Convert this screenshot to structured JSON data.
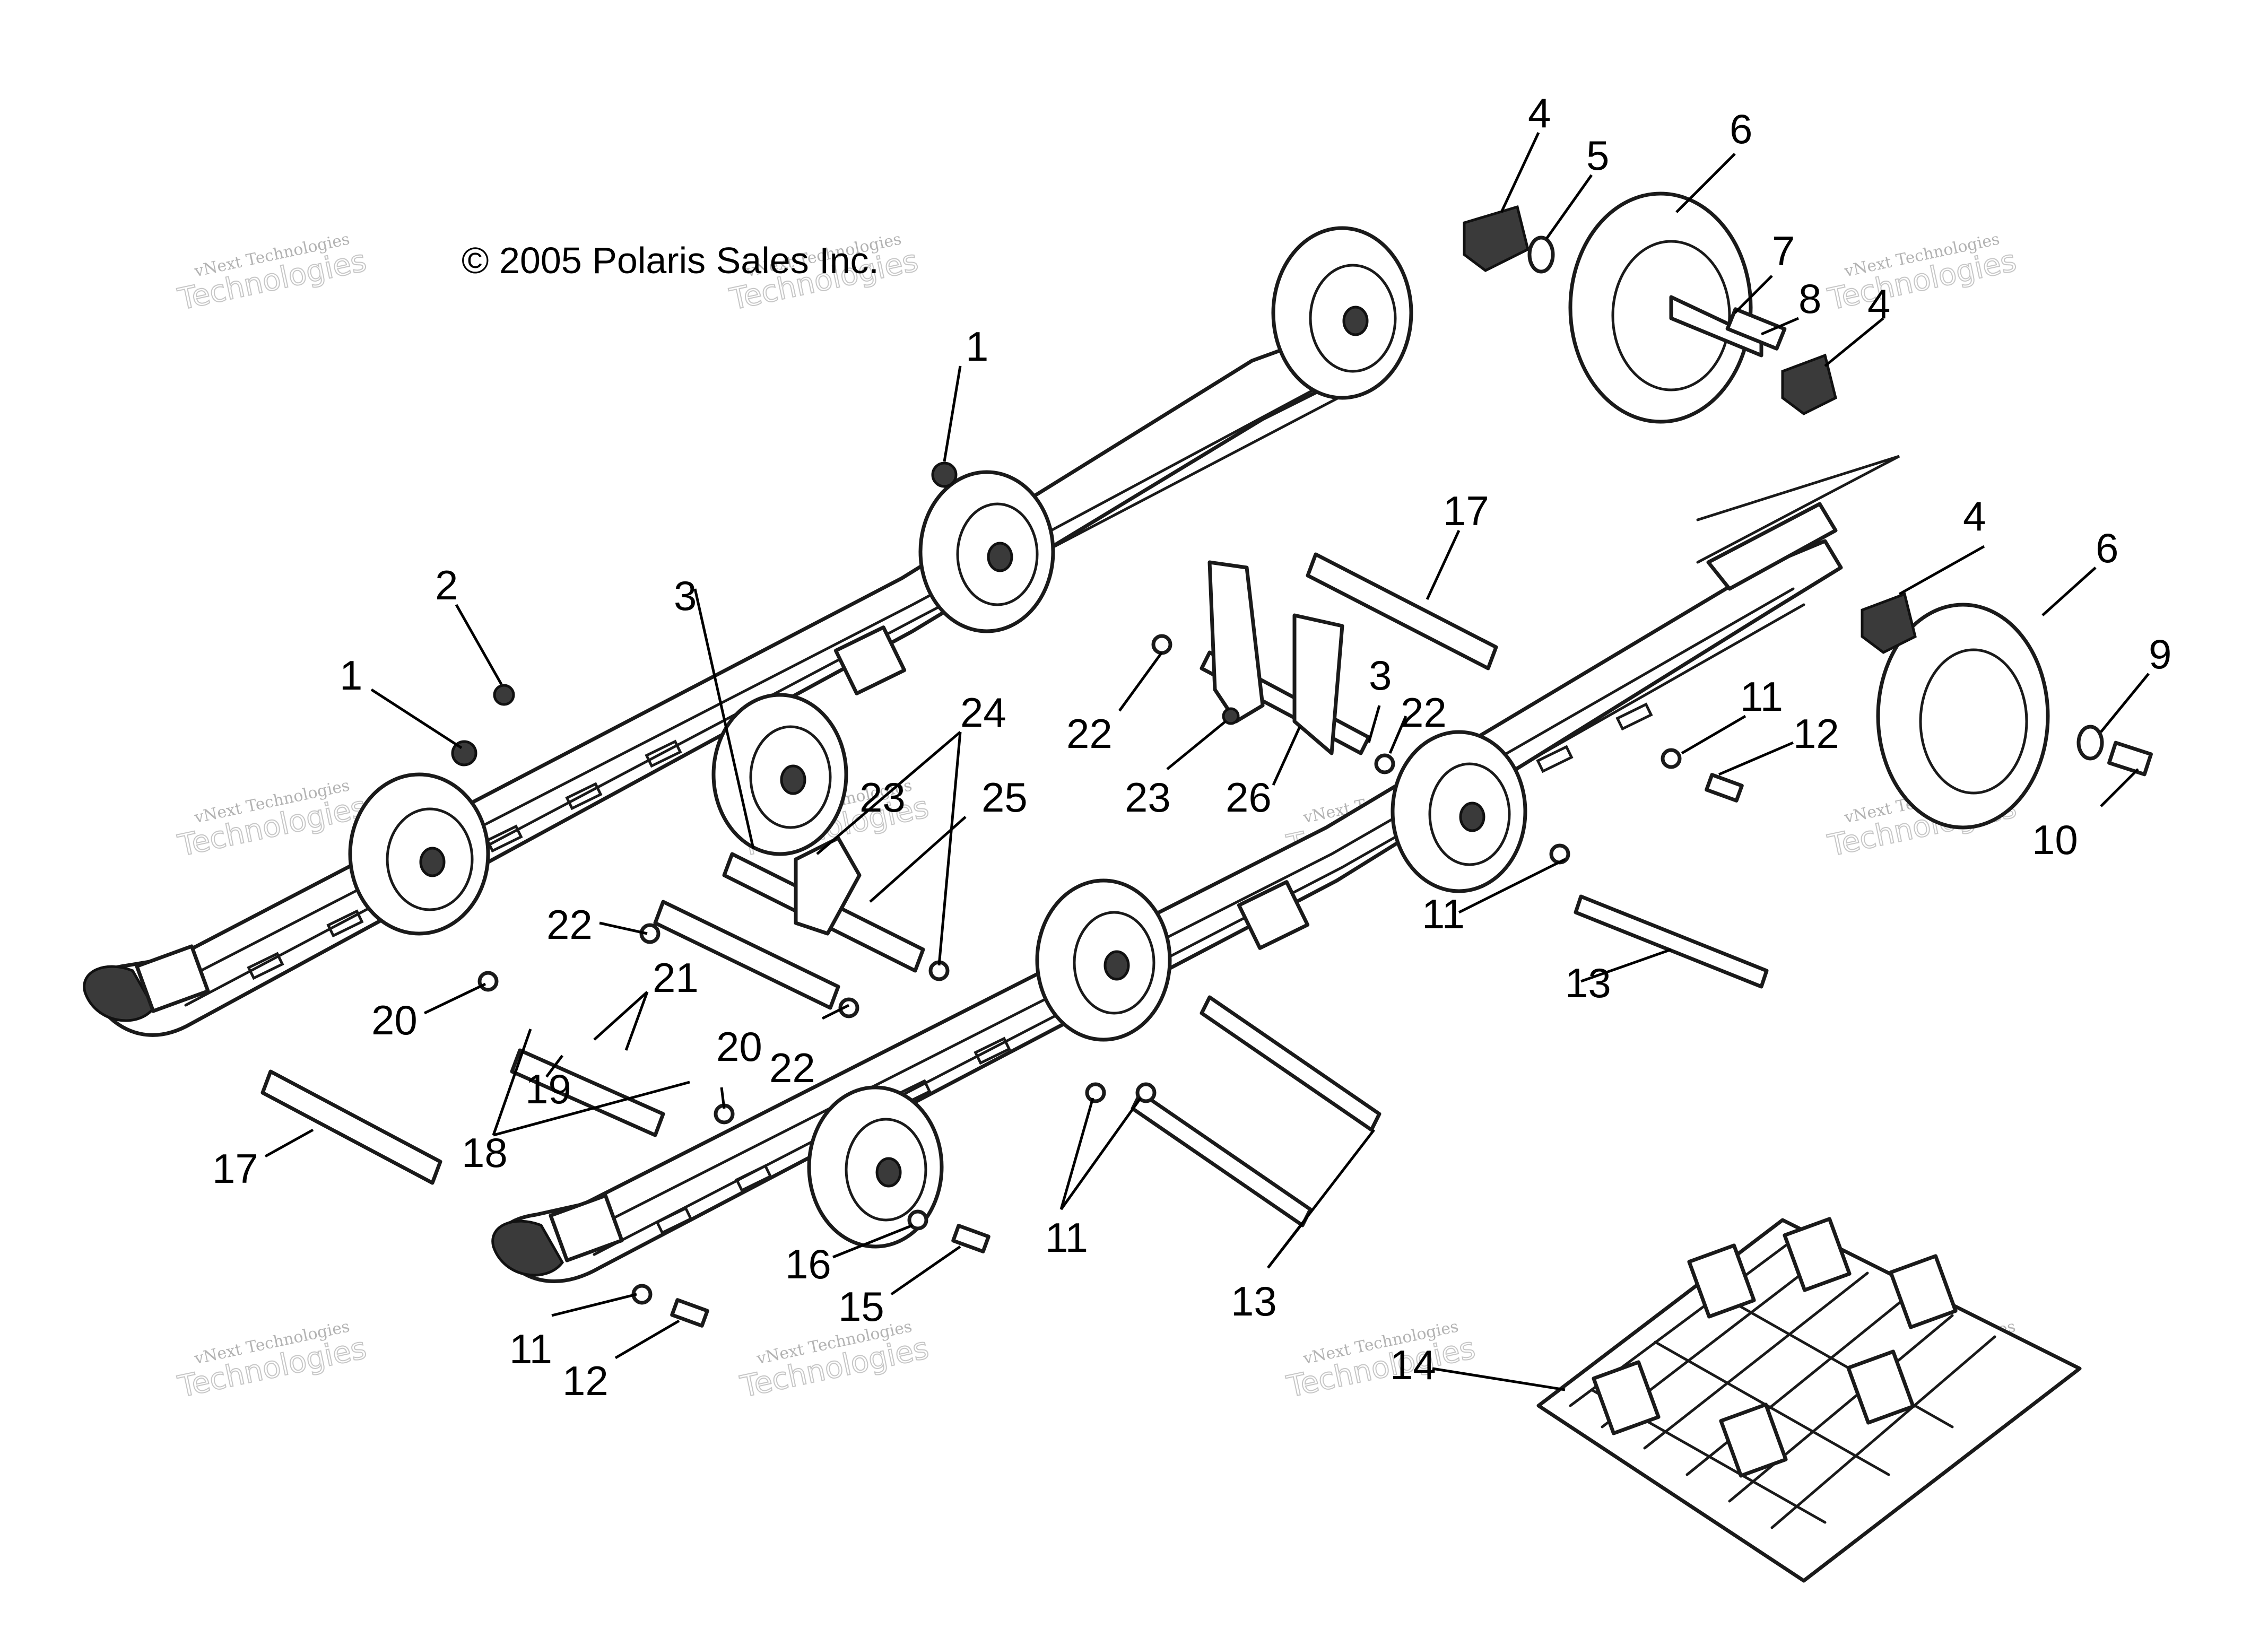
{
  "copyright": "© 2005 Polaris Sales Inc.",
  "watermark": {
    "line1": "vNext Technologies",
    "line2": "Technologies"
  },
  "callouts": [
    {
      "id": "c1a",
      "label": "1"
    },
    {
      "id": "c1b",
      "label": "1"
    },
    {
      "id": "c2",
      "label": "2"
    },
    {
      "id": "c3a",
      "label": "3"
    },
    {
      "id": "c3b",
      "label": "3"
    },
    {
      "id": "c4a",
      "label": "4"
    },
    {
      "id": "c4b",
      "label": "4"
    },
    {
      "id": "c4c",
      "label": "4"
    },
    {
      "id": "c5",
      "label": "5"
    },
    {
      "id": "c6a",
      "label": "6"
    },
    {
      "id": "c6b",
      "label": "6"
    },
    {
      "id": "c7",
      "label": "7"
    },
    {
      "id": "c8",
      "label": "8"
    },
    {
      "id": "c9",
      "label": "9"
    },
    {
      "id": "c10",
      "label": "10"
    },
    {
      "id": "c11a",
      "label": "11"
    },
    {
      "id": "c11b",
      "label": "11"
    },
    {
      "id": "c11c",
      "label": "11"
    },
    {
      "id": "c11d",
      "label": "11"
    },
    {
      "id": "c12a",
      "label": "12"
    },
    {
      "id": "c12b",
      "label": "12"
    },
    {
      "id": "c13a",
      "label": "13"
    },
    {
      "id": "c13b",
      "label": "13"
    },
    {
      "id": "c14",
      "label": "14"
    },
    {
      "id": "c15",
      "label": "15"
    },
    {
      "id": "c16",
      "label": "16"
    },
    {
      "id": "c17a",
      "label": "17"
    },
    {
      "id": "c17b",
      "label": "17"
    },
    {
      "id": "c18",
      "label": "18"
    },
    {
      "id": "c19",
      "label": "19"
    },
    {
      "id": "c20a",
      "label": "20"
    },
    {
      "id": "c20b",
      "label": "20"
    },
    {
      "id": "c21",
      "label": "21"
    },
    {
      "id": "c22a",
      "label": "22"
    },
    {
      "id": "c22b",
      "label": "22"
    },
    {
      "id": "c22c",
      "label": "22"
    },
    {
      "id": "c22d",
      "label": "22"
    },
    {
      "id": "c23a",
      "label": "23"
    },
    {
      "id": "c23b",
      "label": "23"
    },
    {
      "id": "c24",
      "label": "24"
    },
    {
      "id": "c25",
      "label": "25"
    },
    {
      "id": "c26",
      "label": "26"
    }
  ]
}
